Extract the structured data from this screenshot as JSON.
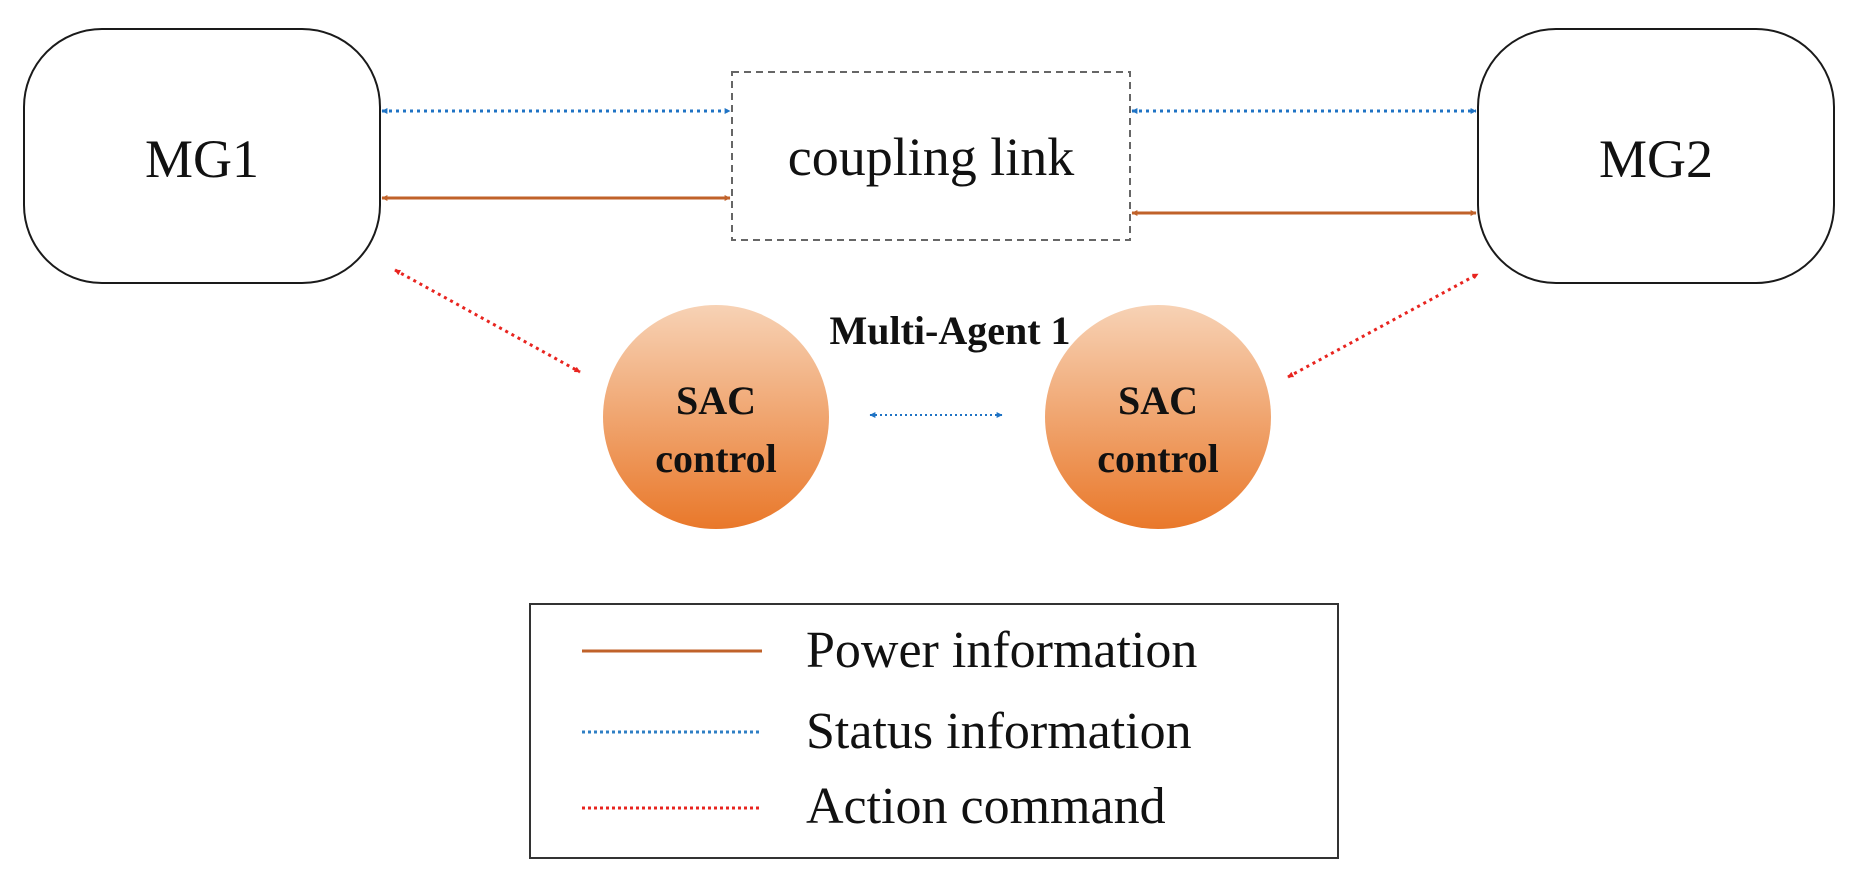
{
  "nodes": {
    "mg1": "MG1",
    "mg2": "MG2",
    "coupling": "coupling link"
  },
  "agents": {
    "group_label": "Multi-Agent 1",
    "left": {
      "line1": "SAC",
      "line2": "control"
    },
    "right": {
      "line1": "SAC",
      "line2": "control"
    }
  },
  "legend": {
    "items": [
      {
        "label": "Power information",
        "color": "#c0622a",
        "style": "solid"
      },
      {
        "label": "Status information",
        "color": "#2f7fc4",
        "style": "dotted"
      },
      {
        "label": "Action command",
        "color": "#e8241f",
        "style": "dotted"
      }
    ]
  },
  "colors": {
    "power": "#c0622a",
    "status": "#2f7fc4",
    "action": "#e8241f",
    "agent_fill_top": "#f6c9a6",
    "agent_fill_bottom": "#e97c2e"
  }
}
